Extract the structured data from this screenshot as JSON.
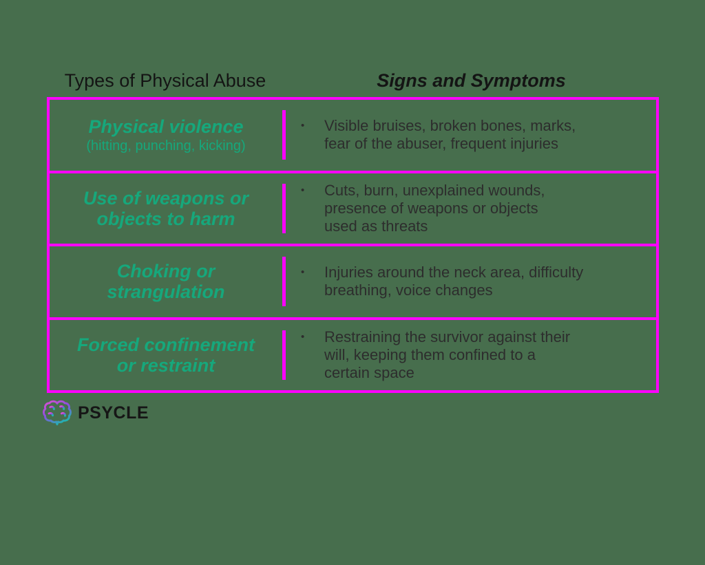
{
  "colors": {
    "background": "#476e4d",
    "table_border": "#ff00ff",
    "type_text": "#16a87c",
    "heading_text": "#141414",
    "body_text": "#2d2d2d",
    "logo_gradient": [
      "#e14fd2",
      "#8a4fe0",
      "#1fb5b0"
    ]
  },
  "headers": {
    "left": "Types of Physical Abuse",
    "right": "Signs and Symptoms"
  },
  "bullet_char": "•",
  "rows": [
    {
      "type": "Physical violence",
      "type_note": "(hitting, punching, kicking)",
      "symptoms": "Visible bruises, broken bones, marks,\nfear of the abuser, frequent injuries"
    },
    {
      "type": "Use of weapons or\nobjects to harm",
      "symptoms": "Cuts, burn, unexplained wounds,\npresence of weapons or objects\nused as threats"
    },
    {
      "type": "Choking or\nstrangulation",
      "symptoms": "Injuries around the neck area, difficulty\nbreathing, voice changes"
    },
    {
      "type": "Forced confinement\nor restraint",
      "symptoms": "Restraining the survivor against their\nwill, keeping them confined to a\ncertain space"
    }
  ],
  "logo": {
    "text": "PSYCLE",
    "icon": "brain-gradient-icon"
  }
}
